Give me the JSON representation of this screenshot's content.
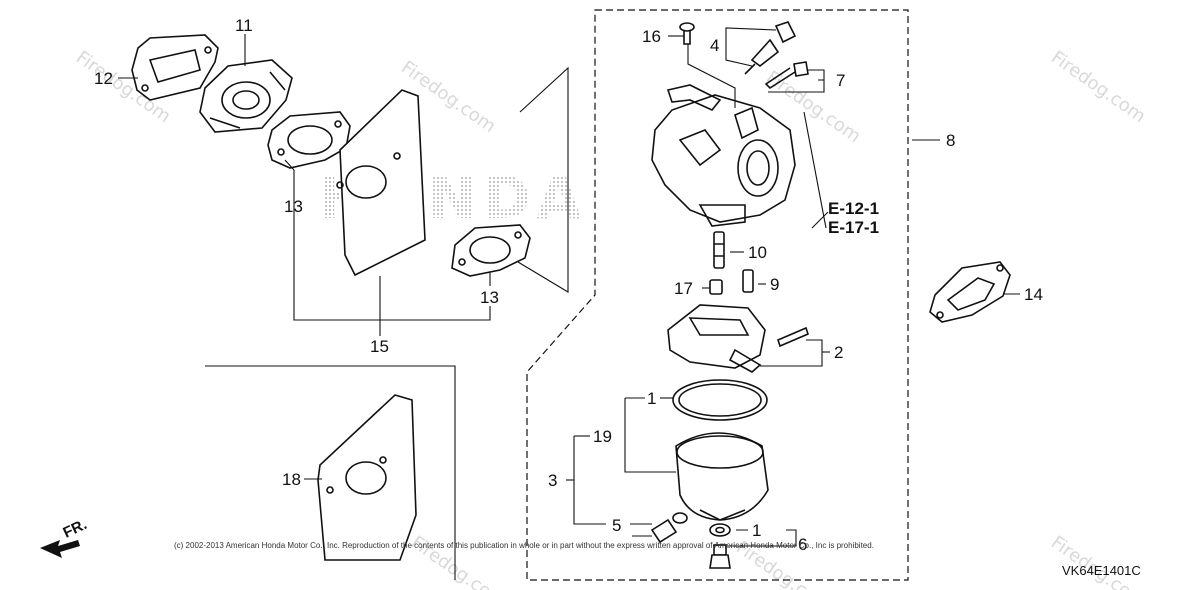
{
  "brand_watermark": "HONDA",
  "site_watermark": "Firedog.com",
  "front_indicator": "FR.",
  "copyright": "(c) 2002-2013 American Honda Motor Co., Inc. Reproduction of the contents of this publication in whole or in part without the express written approval of American Honda Motor Co., Inc is prohibited.",
  "diagram_code": "VK64E1401C",
  "references": [
    "E-12-1",
    "E-17-1"
  ],
  "callouts": {
    "c1a": "1",
    "c1b": "1",
    "c2": "2",
    "c3": "3",
    "c4": "4",
    "c5": "5",
    "c6": "6",
    "c7": "7",
    "c8": "8",
    "c9": "9",
    "c10": "10",
    "c11": "11",
    "c12": "12",
    "c13a": "13",
    "c13b": "13",
    "c14": "14",
    "c15": "15",
    "c16": "16",
    "c17": "17",
    "c18": "18",
    "c19": "19"
  }
}
